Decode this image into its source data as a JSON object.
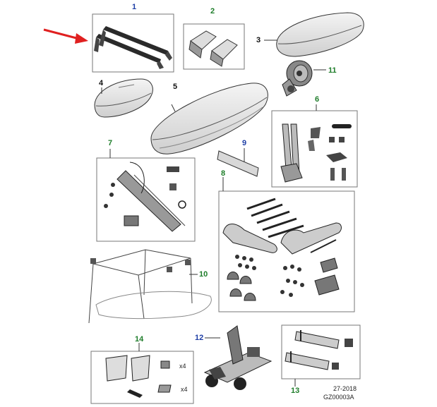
{
  "callouts": [
    {
      "id": "1",
      "color": "#1f3fa6"
    },
    {
      "id": "2",
      "color": "#1e7d2a"
    },
    {
      "id": "3",
      "color": "#1e7d2a"
    },
    {
      "id": "4",
      "color": "#1e7d2a"
    },
    {
      "id": "5",
      "color": "#111111"
    },
    {
      "id": "6",
      "color": "#1e7d2a"
    },
    {
      "id": "7",
      "color": "#1e7d2a"
    },
    {
      "id": "8",
      "color": "#1e7d2a"
    },
    {
      "id": "9",
      "color": "#1f3fa6"
    },
    {
      "id": "10",
      "color": "#1e7d2a"
    },
    {
      "id": "11",
      "color": "#1e7d2a"
    },
    {
      "id": "12",
      "color": "#1f3fa6"
    },
    {
      "id": "13",
      "color": "#1e7d2a"
    },
    {
      "id": "14",
      "color": "#1e7d2a"
    }
  ],
  "quantity_labels": {
    "q1": "x4",
    "q2": "x4"
  },
  "reference": {
    "date": "27-2018",
    "code": "GZ00003A"
  },
  "pointer_arrow_color": "#e02020",
  "icons": {
    "pointer": "red-arrow-icon",
    "roof_bars": "roof-bars-icon",
    "brackets": "clamp-brackets-icon",
    "roof_box": "roof-box-icon",
    "bike_carrier": "bike-carrier-icon",
    "ski_carrier": "ski-carrier-icon",
    "hoist": "ceiling-hoist-icon",
    "towbar_carrier": "towbar-bike-carrier-icon",
    "wheel_reel": "wheel-reel-icon",
    "load_stops": "load-stops-icon"
  }
}
